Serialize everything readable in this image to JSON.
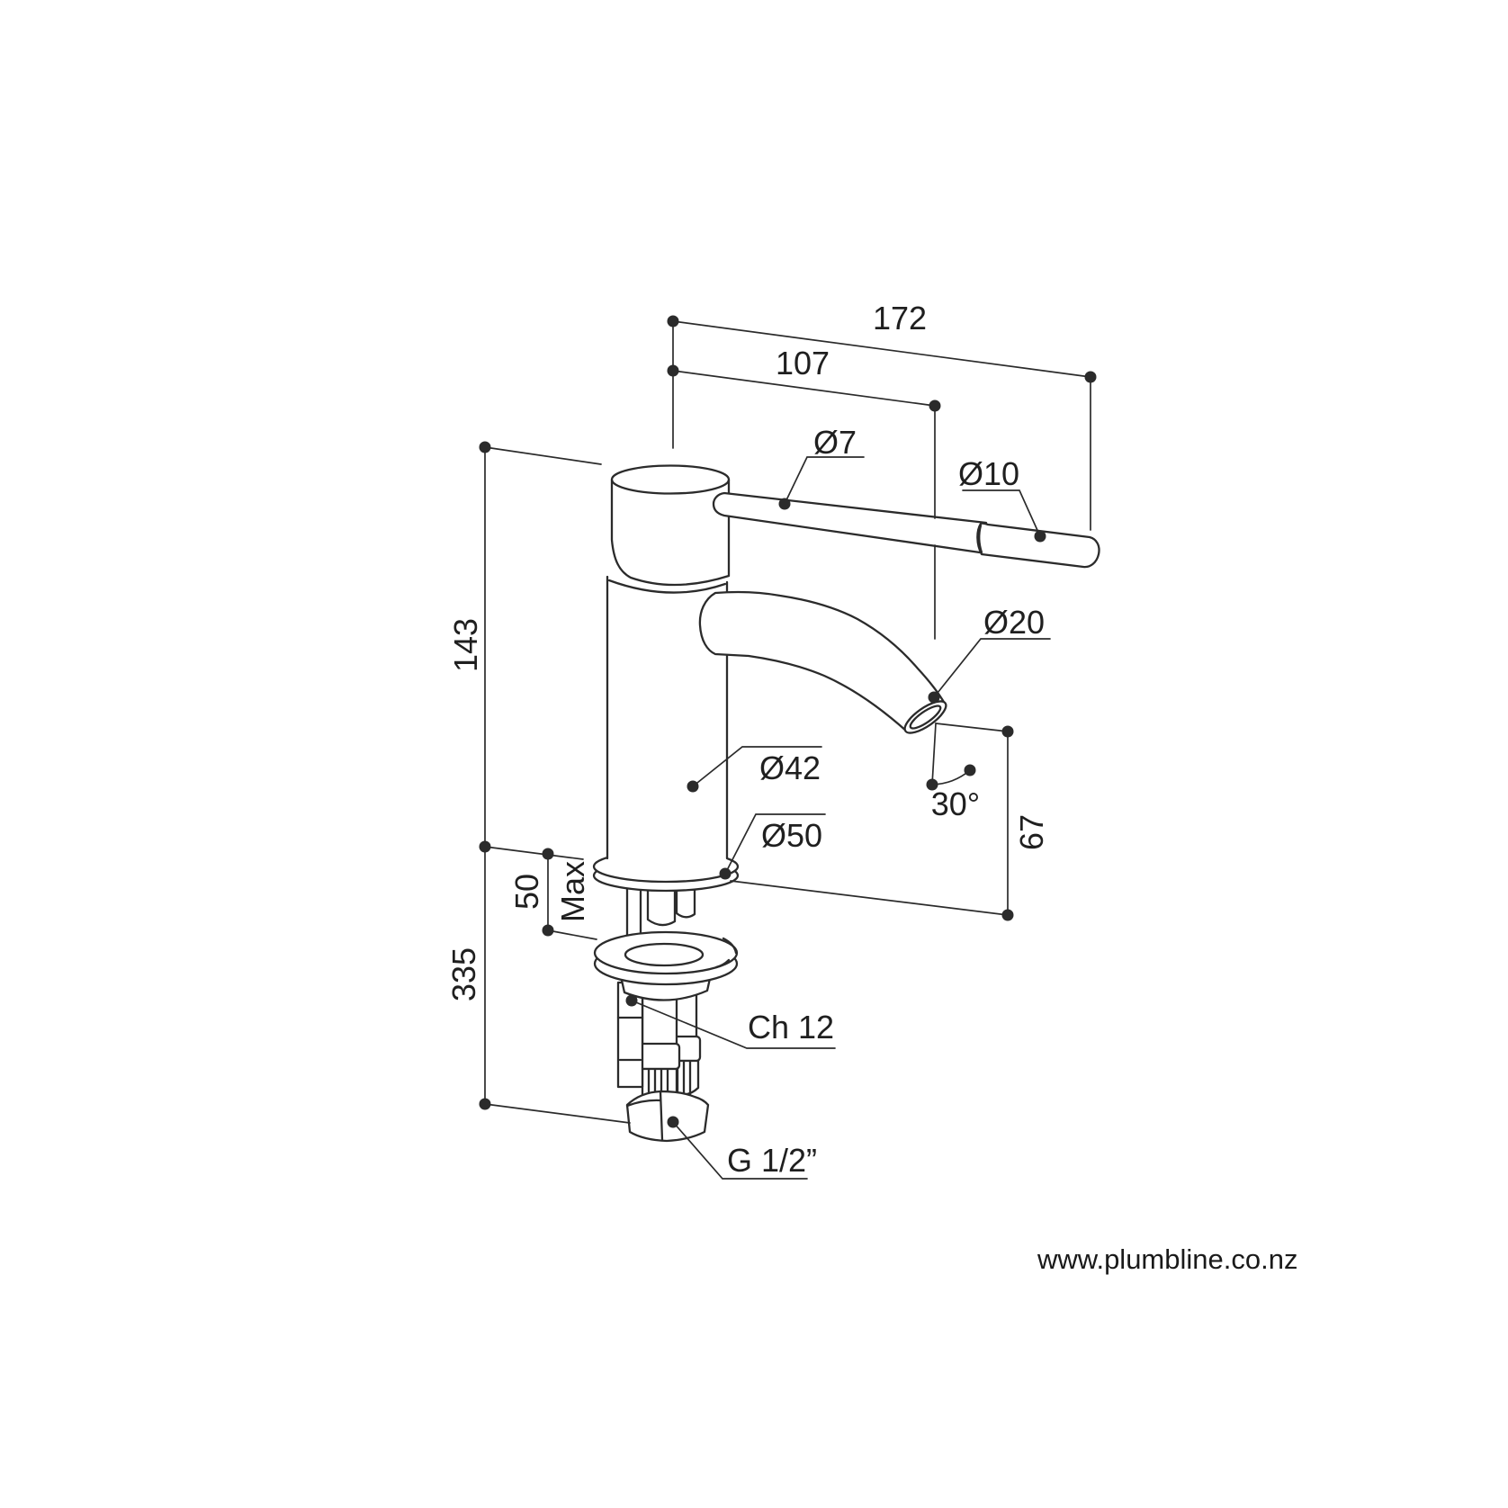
{
  "drawing": {
    "background": "#ffffff",
    "line_color": "#2b2b2b",
    "dims": {
      "total_reach": "172",
      "spout_reach": "107",
      "handle_rod_dia": "Ø7",
      "handle_grip_dia": "Ø10",
      "spout_outlet_dia": "Ø20",
      "body_dia": "Ø42",
      "base_dia": "Ø50",
      "height_to_outlet": "143",
      "outlet_angle": "30°",
      "outlet_to_deck": "67",
      "deck_max_value": "50",
      "deck_max_label": "Max",
      "under_bench_height": "335",
      "spanner_size": "Ch 12",
      "inlet_thread": "G 1/2”"
    },
    "footer": {
      "website": "www.plumbline.co.nz"
    }
  }
}
